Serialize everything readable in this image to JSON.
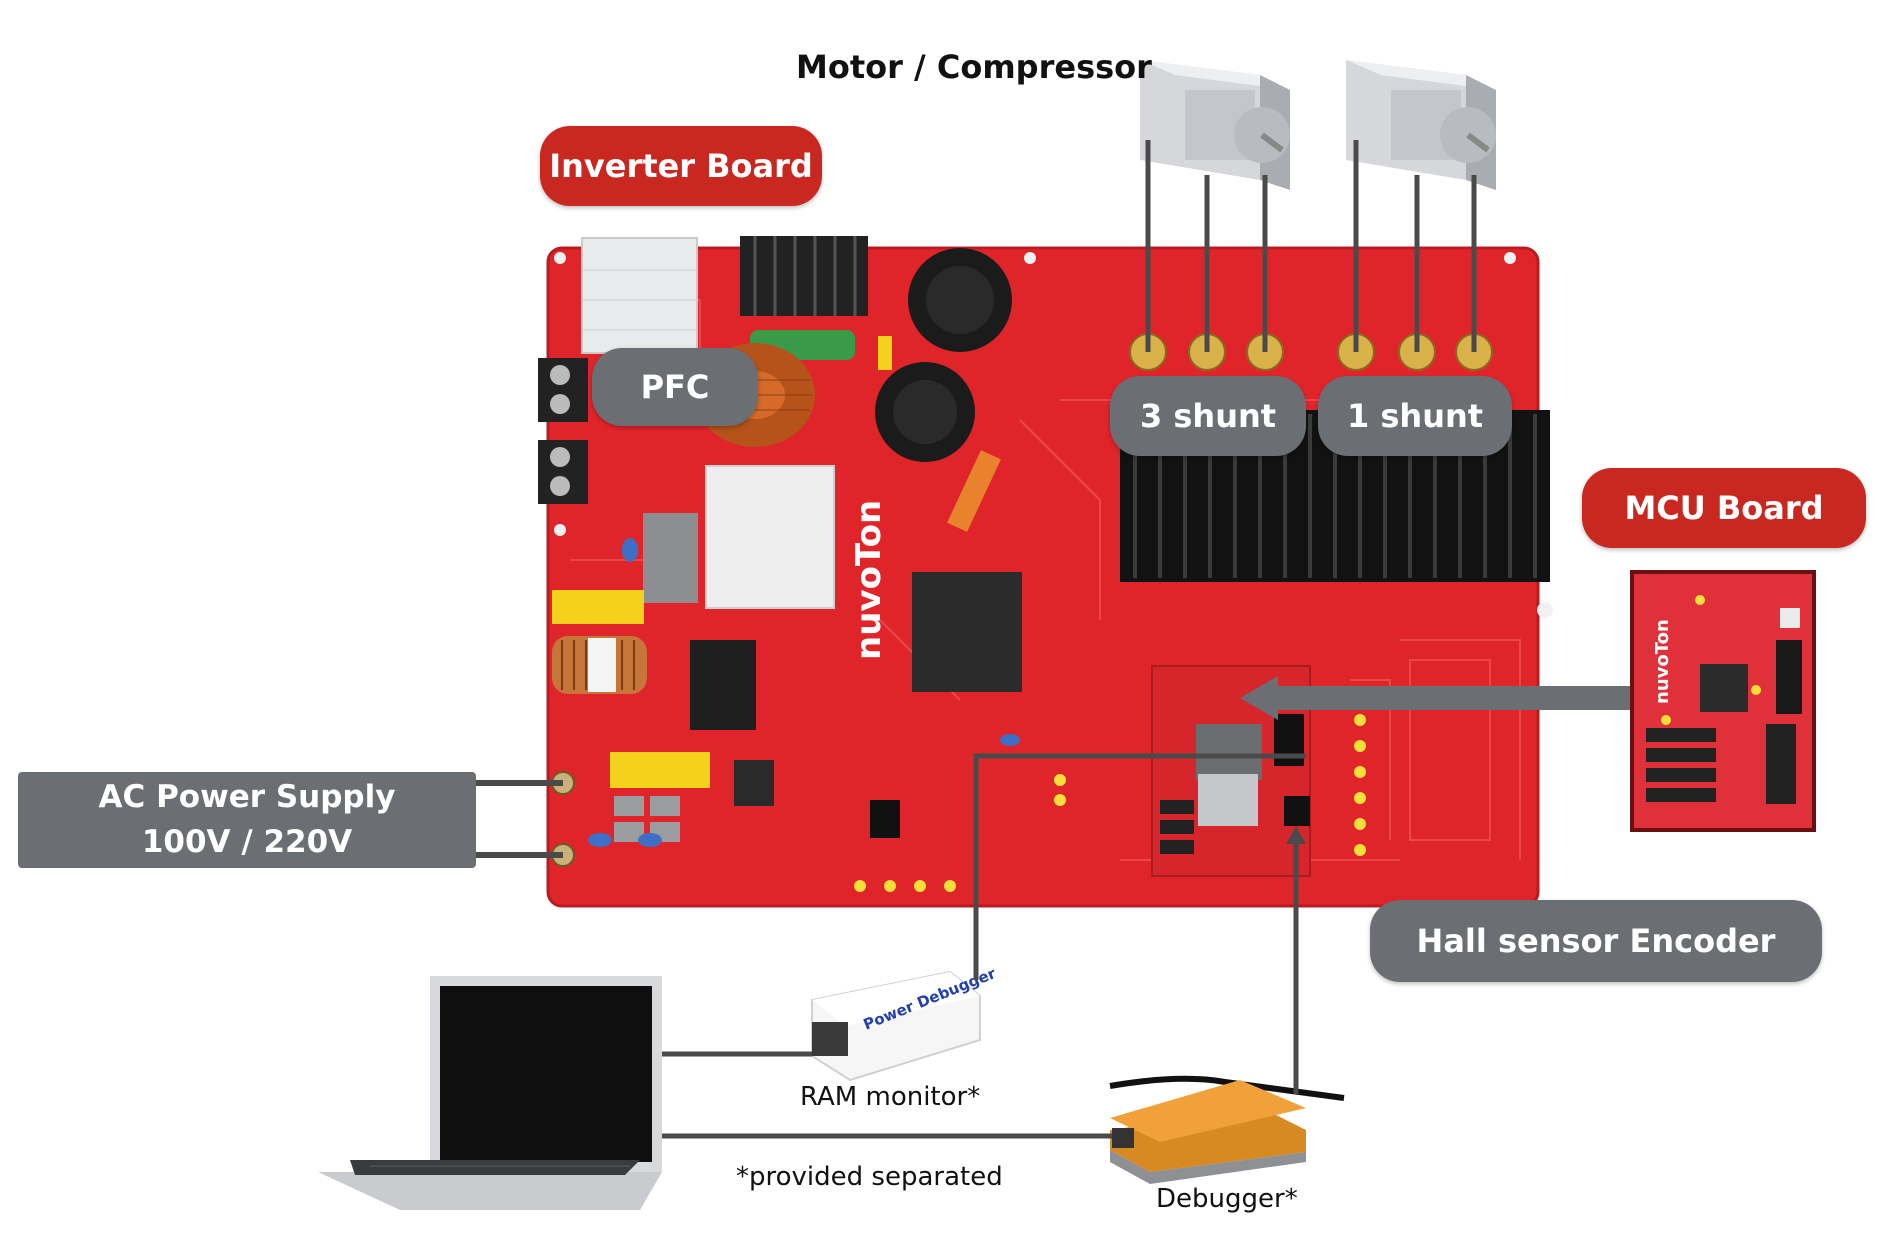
{
  "colors": {
    "label_red": "#c8281f",
    "label_gray": "#6b6e72",
    "board_red": "#e0252a",
    "wire": "#4a4a4a",
    "debugger_orange": "#f0a13a"
  },
  "labels": {
    "motor_compressor": "Motor / Compressor",
    "inverter_board": "Inverter Board",
    "pfc": "PFC",
    "three_shunt": "3 shunt",
    "one_shunt": "1 shunt",
    "mcu_board": "MCU Board",
    "ac_power_supply_line1": "AC Power Supply",
    "ac_power_supply_line2": "100V / 220V",
    "hall_sensor_encoder": "Hall sensor Encoder",
    "ram_monitor": "RAM monitor*",
    "provided_separated": "*provided separated",
    "debugger": "Debugger*"
  },
  "board_text": {
    "brand": "nuvoTon",
    "power_debugger": "Power Debugger"
  }
}
